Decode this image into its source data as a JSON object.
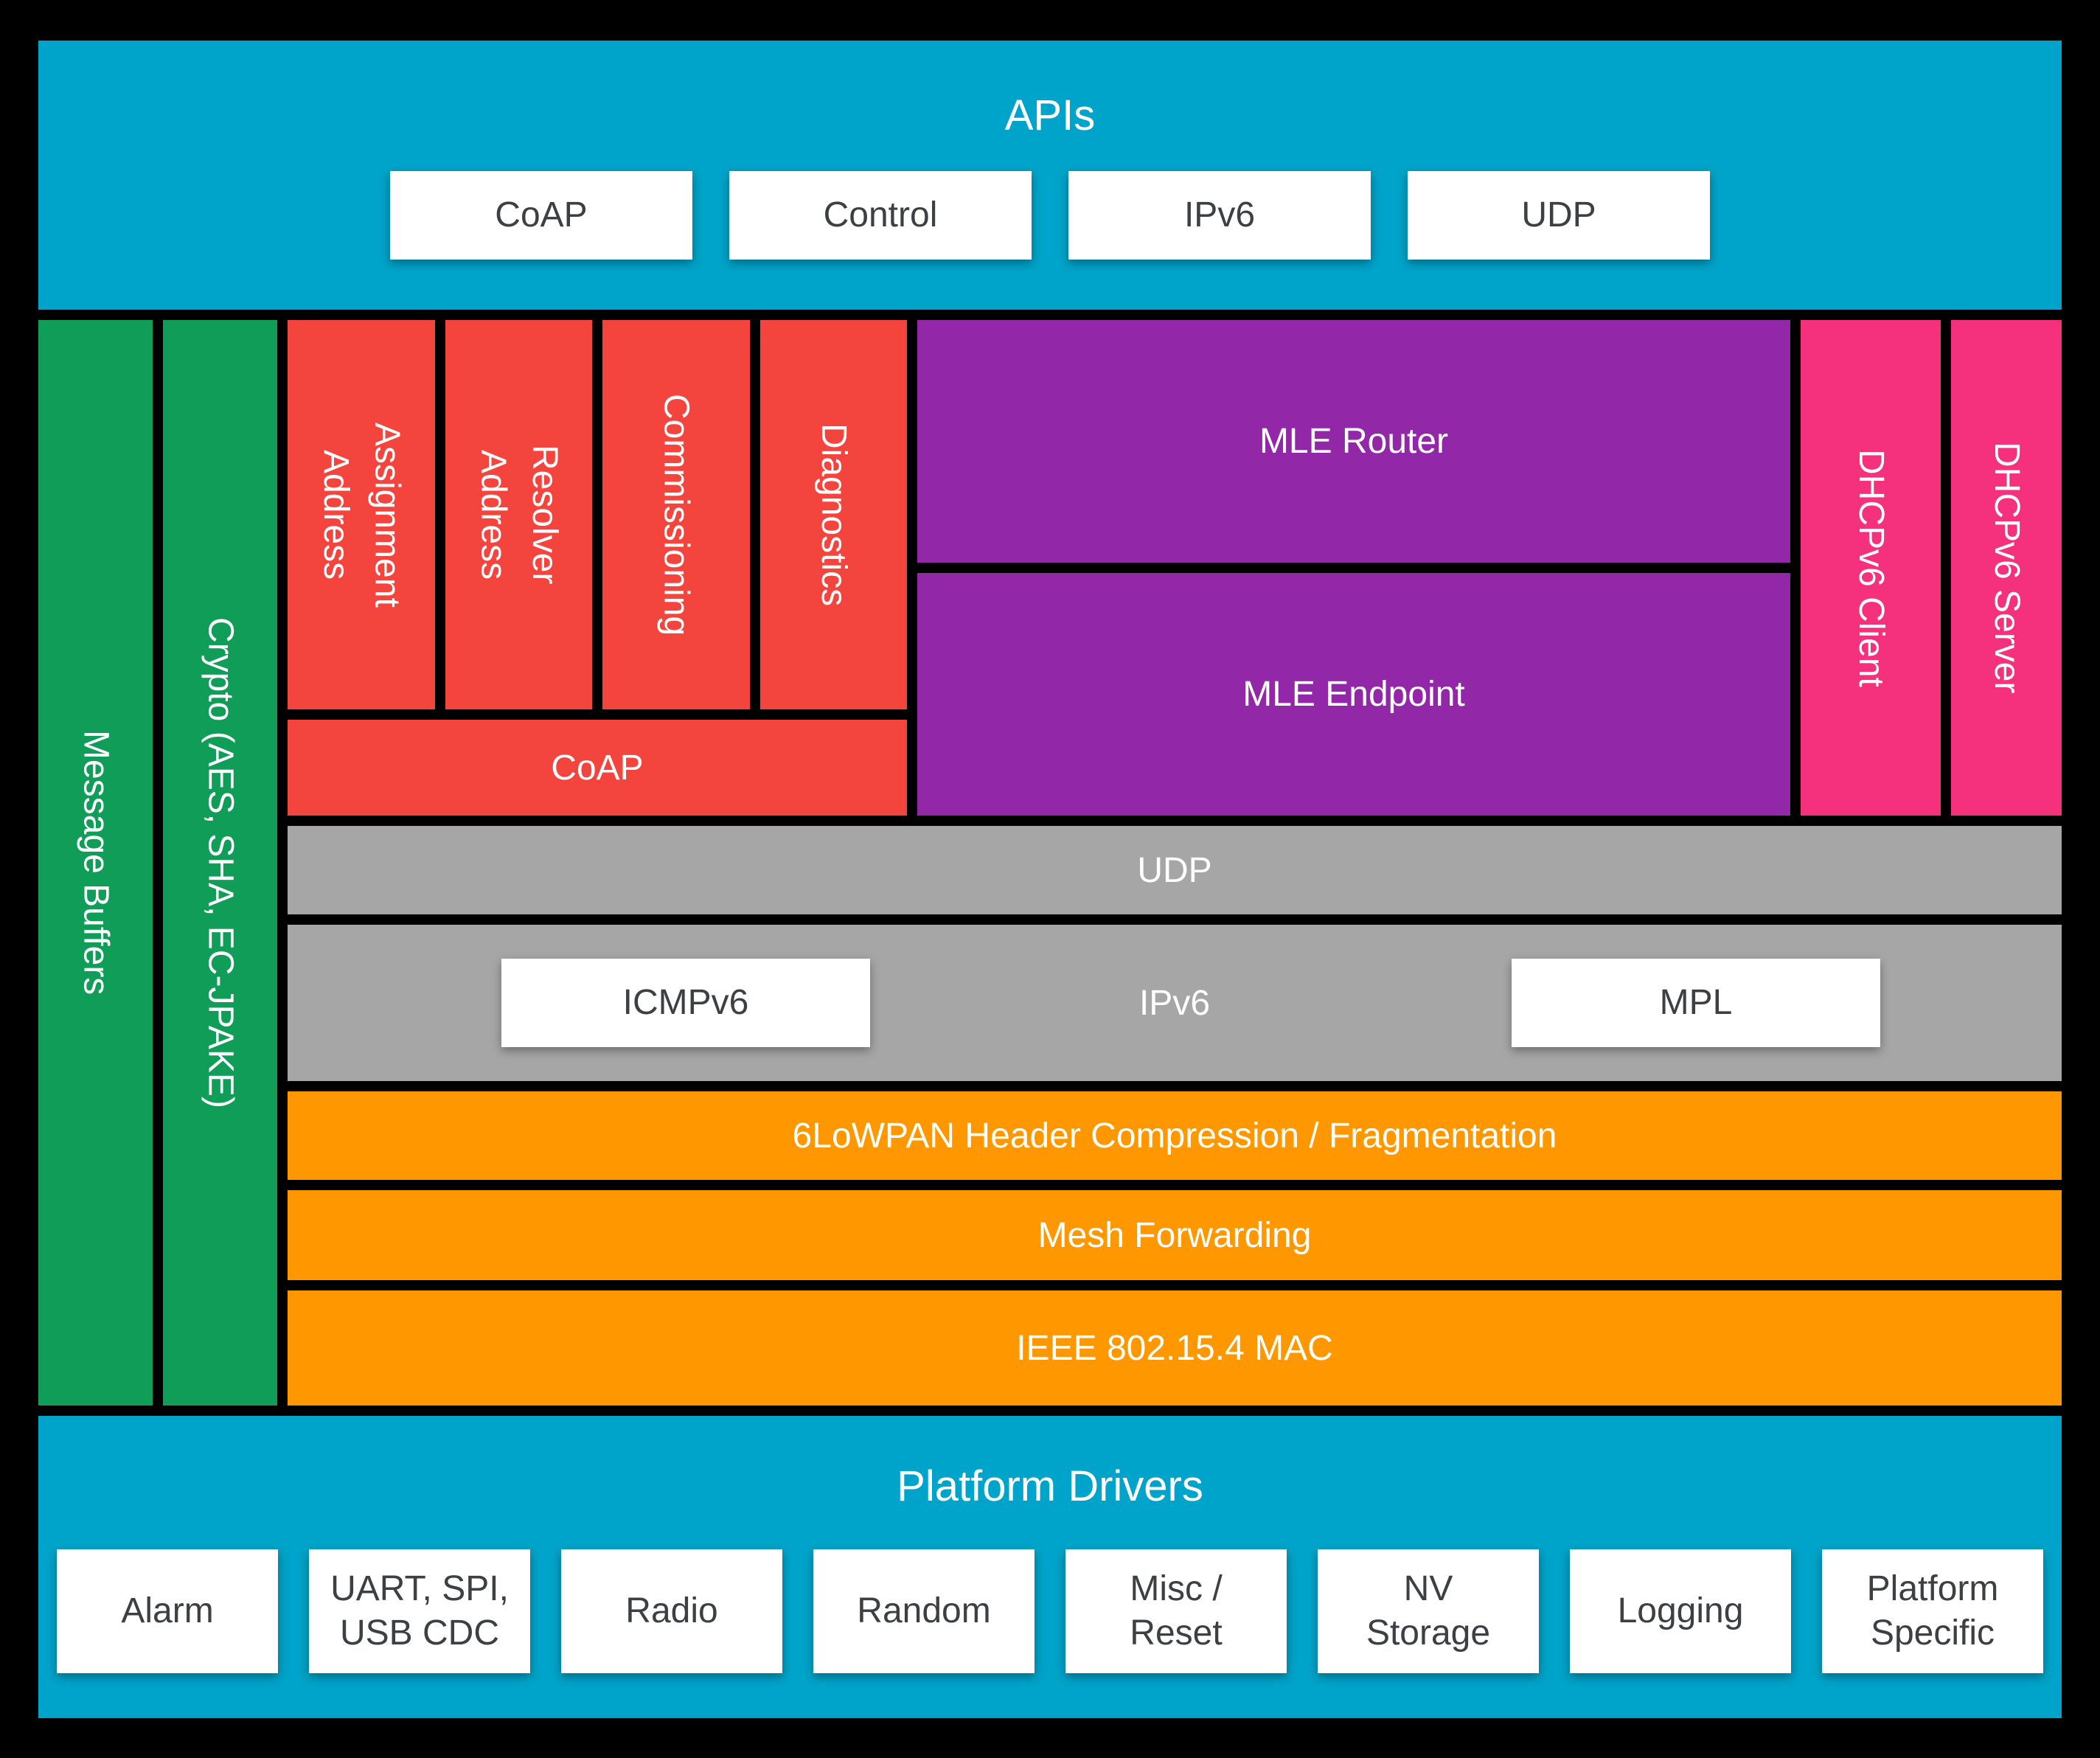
{
  "colors": {
    "background": "#000000",
    "cyan": "#00A3C9",
    "green": "#0F9D58",
    "red": "#F4443E",
    "purple": "#9227A8",
    "pink": "#F5307D",
    "gray": "#A6A6A6",
    "orange": "#FF9800",
    "white_box": "#FFFFFF",
    "box_text": "#3C4043"
  },
  "apis": {
    "title": "APIs",
    "boxes": [
      "CoAP",
      "Control",
      "IPv6",
      "UDP"
    ]
  },
  "columns": {
    "message_buffers": "Message Buffers",
    "crypto": "Crypto (AES, SHA, EC-JPAKE)"
  },
  "app_layer": {
    "address_assignment": "Address\nAssignment",
    "address_resolver": "Address\nResolver",
    "commissioning": "Commissioning",
    "diagnostics": "Diagnostics",
    "coap": "CoAP",
    "mle_router": "MLE Router",
    "mle_endpoint": "MLE Endpoint",
    "dhcpv6_client": "DHCPv6 Client",
    "dhcpv6_server": "DHCPv6 Server"
  },
  "transport": {
    "udp": "UDP"
  },
  "network": {
    "icmpv6": "ICMPv6",
    "ipv6": "IPv6",
    "mpl": "MPL"
  },
  "lowpan": {
    "header_compression": "6LoWPAN Header Compression / Fragmentation",
    "mesh_forwarding": "Mesh Forwarding",
    "mac": "IEEE 802.15.4 MAC"
  },
  "platform": {
    "title": "Platform Drivers",
    "boxes": [
      "Alarm",
      "UART, SPI,\nUSB CDC",
      "Radio",
      "Random",
      "Misc /\nReset",
      "NV\nStorage",
      "Logging",
      "Platform\nSpecific"
    ]
  }
}
